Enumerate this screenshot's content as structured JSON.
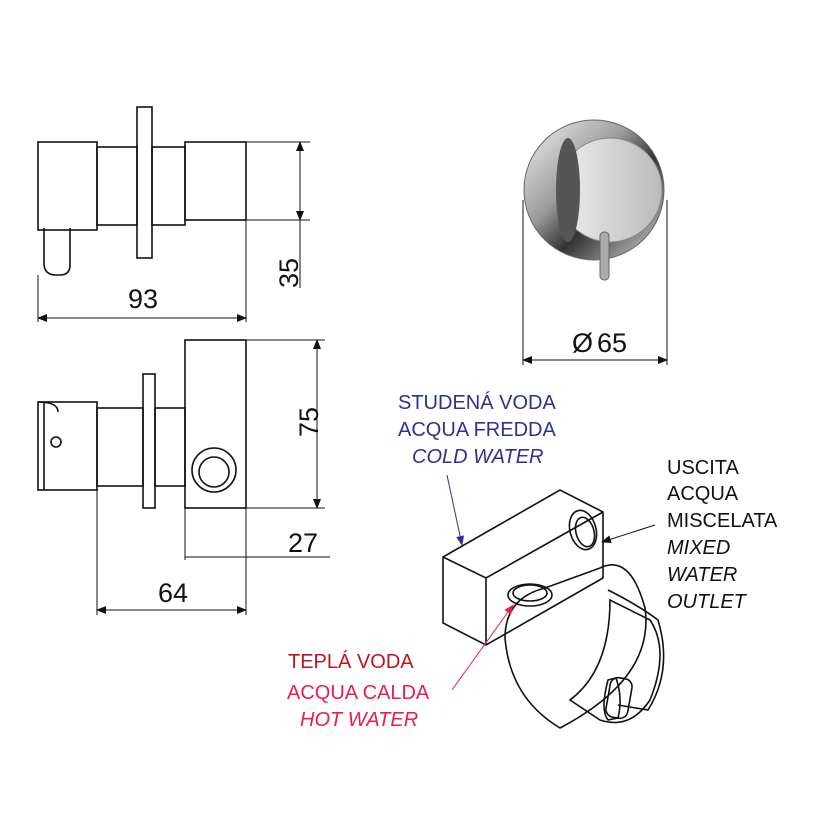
{
  "dimensions": {
    "width_side": "93",
    "height_side": "35",
    "height_box": "75",
    "depth_box": "27",
    "depth_total": "64",
    "diameter_prefix": "Ø",
    "diameter": "65"
  },
  "labels": {
    "cold": [
      "STUDENÁ VODA",
      "ACQUA FREDDA",
      "COLD WATER"
    ],
    "outlet": [
      "USCITA",
      "ACQUA",
      "MISCELATA",
      "MIXED",
      "WATER",
      "OUTLET"
    ],
    "hot": [
      "TEPLÁ VODA",
      "ACQUA CALDA",
      "HOT WATER"
    ]
  },
  "colors": {
    "cold": "#2e3192",
    "hot_cz": "#c1121f",
    "hot": "#ed1c4a",
    "line": "#111111"
  }
}
